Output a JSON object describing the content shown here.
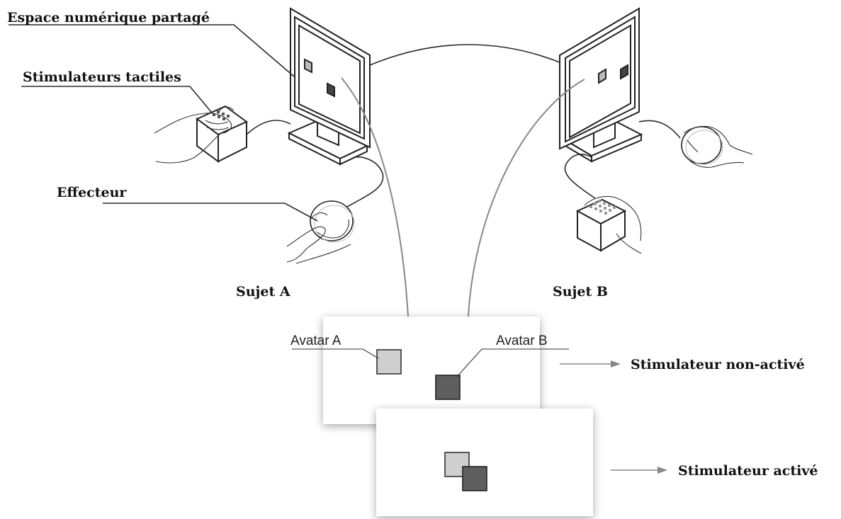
{
  "labels": {
    "shared_space": "Espace numérique partagé",
    "tactile_stimulators": "Stimulateurs tactiles",
    "effector": "Effecteur",
    "subject_a": "Sujet A",
    "subject_b": "Sujet B",
    "avatar_a": "Avatar A",
    "avatar_b": "Avatar B",
    "stimulator_inactive": "Stimulateur non-activé",
    "stimulator_active": "Stimulateur activé"
  },
  "colors": {
    "avatar_a": "#cfcfcf",
    "avatar_b": "#5e5e5e",
    "arrow": "#888888",
    "line": "#2a2a2a"
  }
}
